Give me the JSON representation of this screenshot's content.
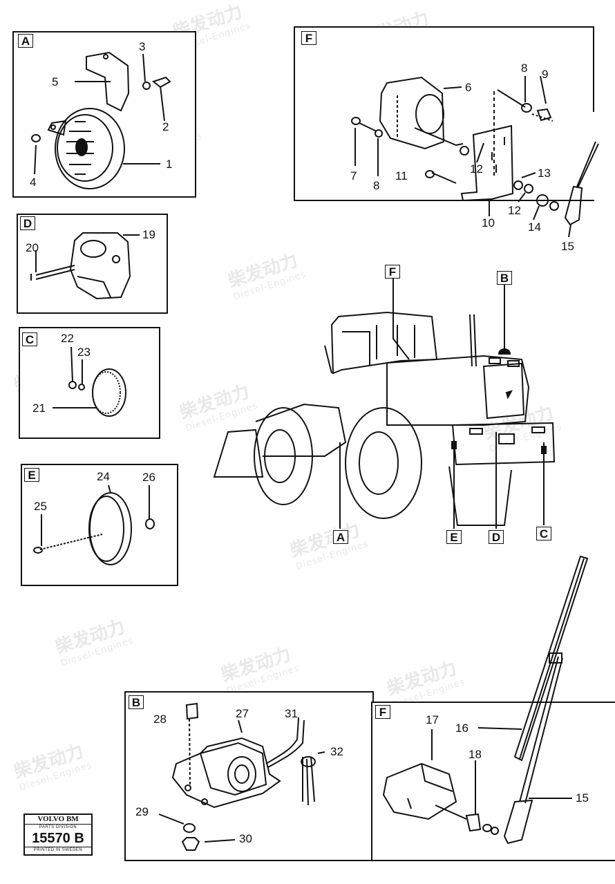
{
  "panels": {
    "A": {
      "label": "A",
      "parts": [
        "3",
        "5",
        "2",
        "1",
        "4"
      ]
    },
    "D": {
      "label": "D",
      "parts": [
        "20",
        "19"
      ]
    },
    "C": {
      "label": "C",
      "parts": [
        "22",
        "23",
        "21"
      ]
    },
    "E": {
      "label": "E",
      "parts": [
        "24",
        "26",
        "25"
      ]
    },
    "F_top": {
      "label": "F",
      "parts": [
        "6",
        "8",
        "9",
        "7",
        "8",
        "12",
        "11",
        "13",
        "12",
        "10",
        "14",
        "15"
      ]
    },
    "B": {
      "label": "B",
      "parts": [
        "28",
        "27",
        "31",
        "32",
        "29",
        "30"
      ]
    },
    "F_bottom": {
      "label": "F",
      "parts": [
        "17",
        "16",
        "18",
        "15"
      ]
    }
  },
  "machine_callouts": {
    "F": "F",
    "B": "B",
    "A": "A",
    "E": "E",
    "D": "D",
    "C": "C"
  },
  "watermark": {
    "cn": "柴发动力",
    "en": "Diesel-Engines"
  },
  "logo": {
    "brand": "VOLVO BM",
    "division": "PARTS DIVISION",
    "number": "15570 B",
    "printed": "PRINTED IN SWEDEN"
  }
}
